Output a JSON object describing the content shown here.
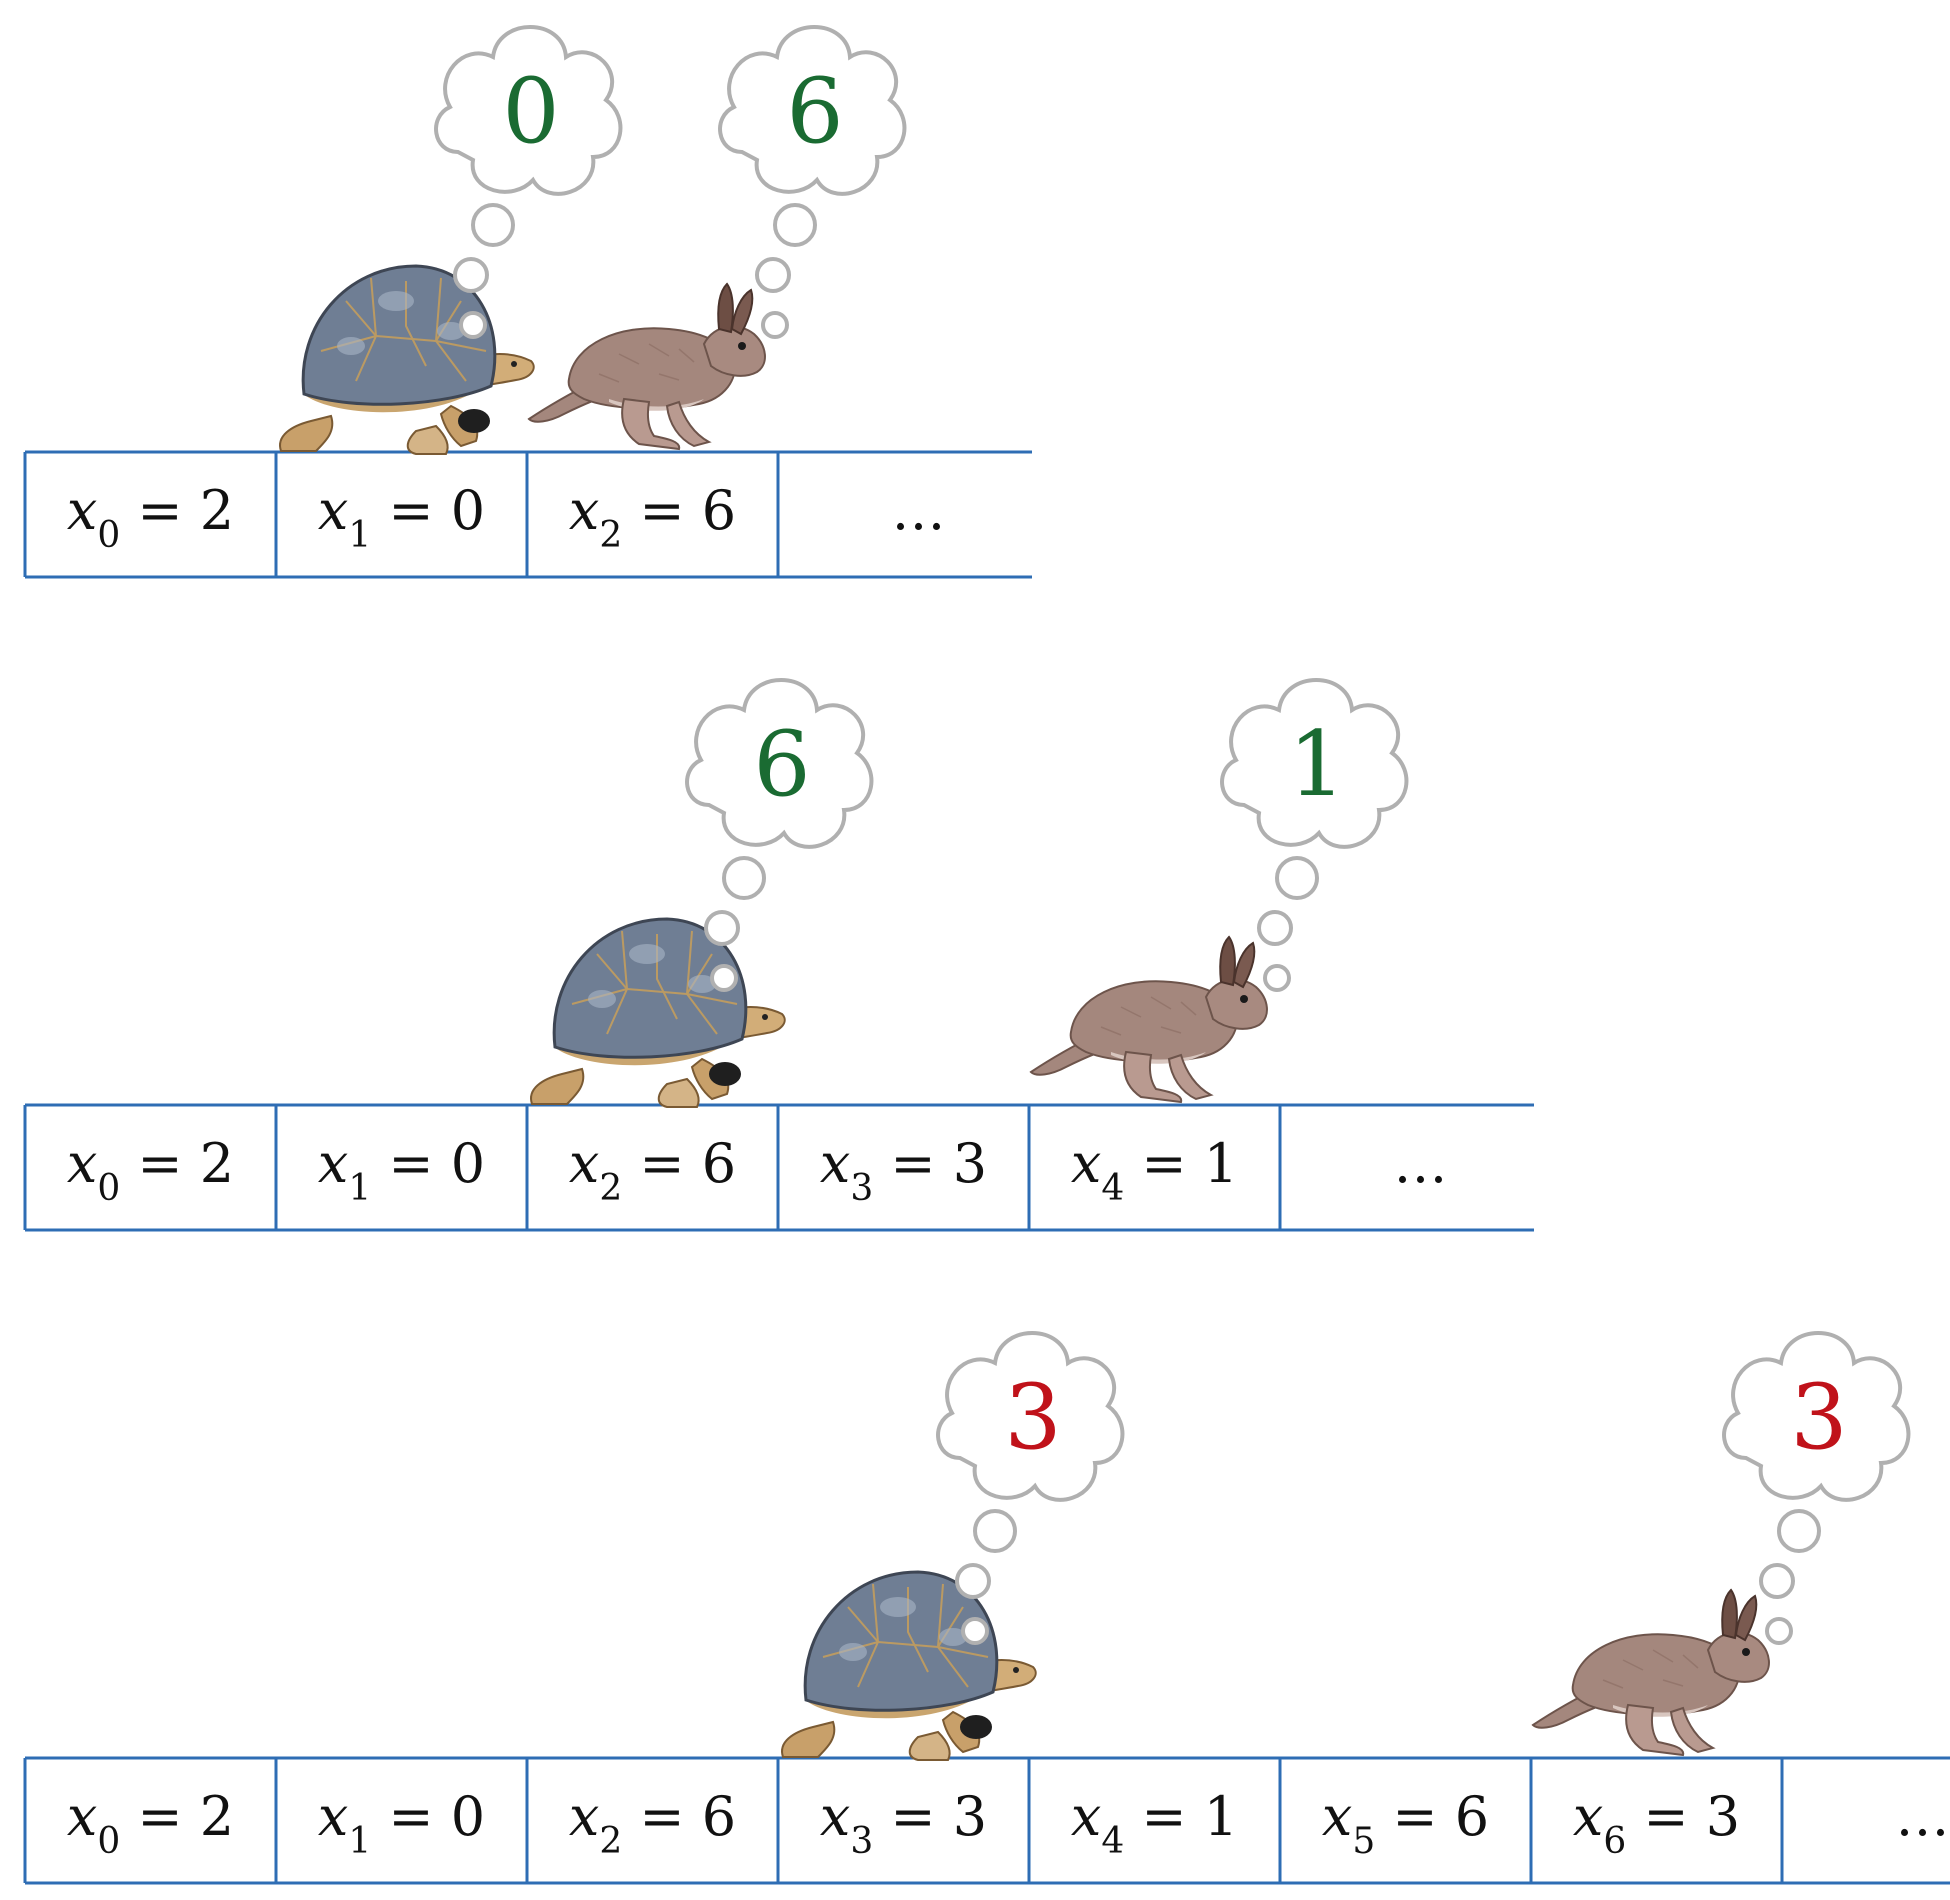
{
  "rows": [
    {
      "cells": [
        {
          "var": "x",
          "sub": "0",
          "value": "2"
        },
        {
          "var": "x",
          "sub": "1",
          "value": "0"
        },
        {
          "var": "x",
          "sub": "2",
          "value": "6"
        }
      ],
      "ellipsis": "…",
      "tortoise_thought": {
        "value": "0",
        "status": "different"
      },
      "hare_thought": {
        "value": "6",
        "status": "different"
      }
    },
    {
      "cells": [
        {
          "var": "x",
          "sub": "0",
          "value": "2"
        },
        {
          "var": "x",
          "sub": "1",
          "value": "0"
        },
        {
          "var": "x",
          "sub": "2",
          "value": "6"
        },
        {
          "var": "x",
          "sub": "3",
          "value": "3"
        },
        {
          "var": "x",
          "sub": "4",
          "value": "1"
        }
      ],
      "ellipsis": "…",
      "tortoise_thought": {
        "value": "6",
        "status": "different"
      },
      "hare_thought": {
        "value": "1",
        "status": "different"
      }
    },
    {
      "cells": [
        {
          "var": "x",
          "sub": "0",
          "value": "2"
        },
        {
          "var": "x",
          "sub": "1",
          "value": "0"
        },
        {
          "var": "x",
          "sub": "2",
          "value": "6"
        },
        {
          "var": "x",
          "sub": "3",
          "value": "3"
        },
        {
          "var": "x",
          "sub": "4",
          "value": "1"
        },
        {
          "var": "x",
          "sub": "5",
          "value": "6"
        },
        {
          "var": "x",
          "sub": "6",
          "value": "3"
        }
      ],
      "ellipsis": "…",
      "tortoise_thought": {
        "value": "3",
        "status": "match"
      },
      "hare_thought": {
        "value": "3",
        "status": "match"
      }
    }
  ],
  "colors": {
    "cell_border": "#2e6db4",
    "different": "#1a6b32",
    "match": "#c0121a",
    "cloud_stroke": "#b0b0b0",
    "tortoise_shell": "#6f7e94",
    "tortoise_skin": "#c8a06a",
    "hare_fur": "#a4877d"
  },
  "icons": {
    "tortoise": "tortoise-icon",
    "hare": "hare-icon",
    "thought": "thought-cloud-icon"
  }
}
